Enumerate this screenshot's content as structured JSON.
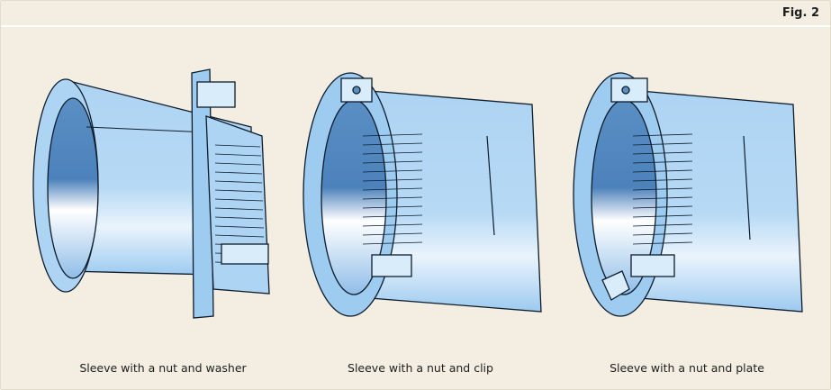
{
  "figure": {
    "label": "Fig. 2"
  },
  "panels": [
    {
      "caption": "Sleeve with a nut and washer"
    },
    {
      "caption": "Sleeve with a nut and clip"
    },
    {
      "caption": "Sleeve with a nut and plate"
    }
  ],
  "colors": {
    "background": "#f3eee1",
    "metal": "#aed4f3",
    "metal_light": "#e4f1fb",
    "metal_dark": "#5a8fc4",
    "outline": "#0e1c2c"
  }
}
